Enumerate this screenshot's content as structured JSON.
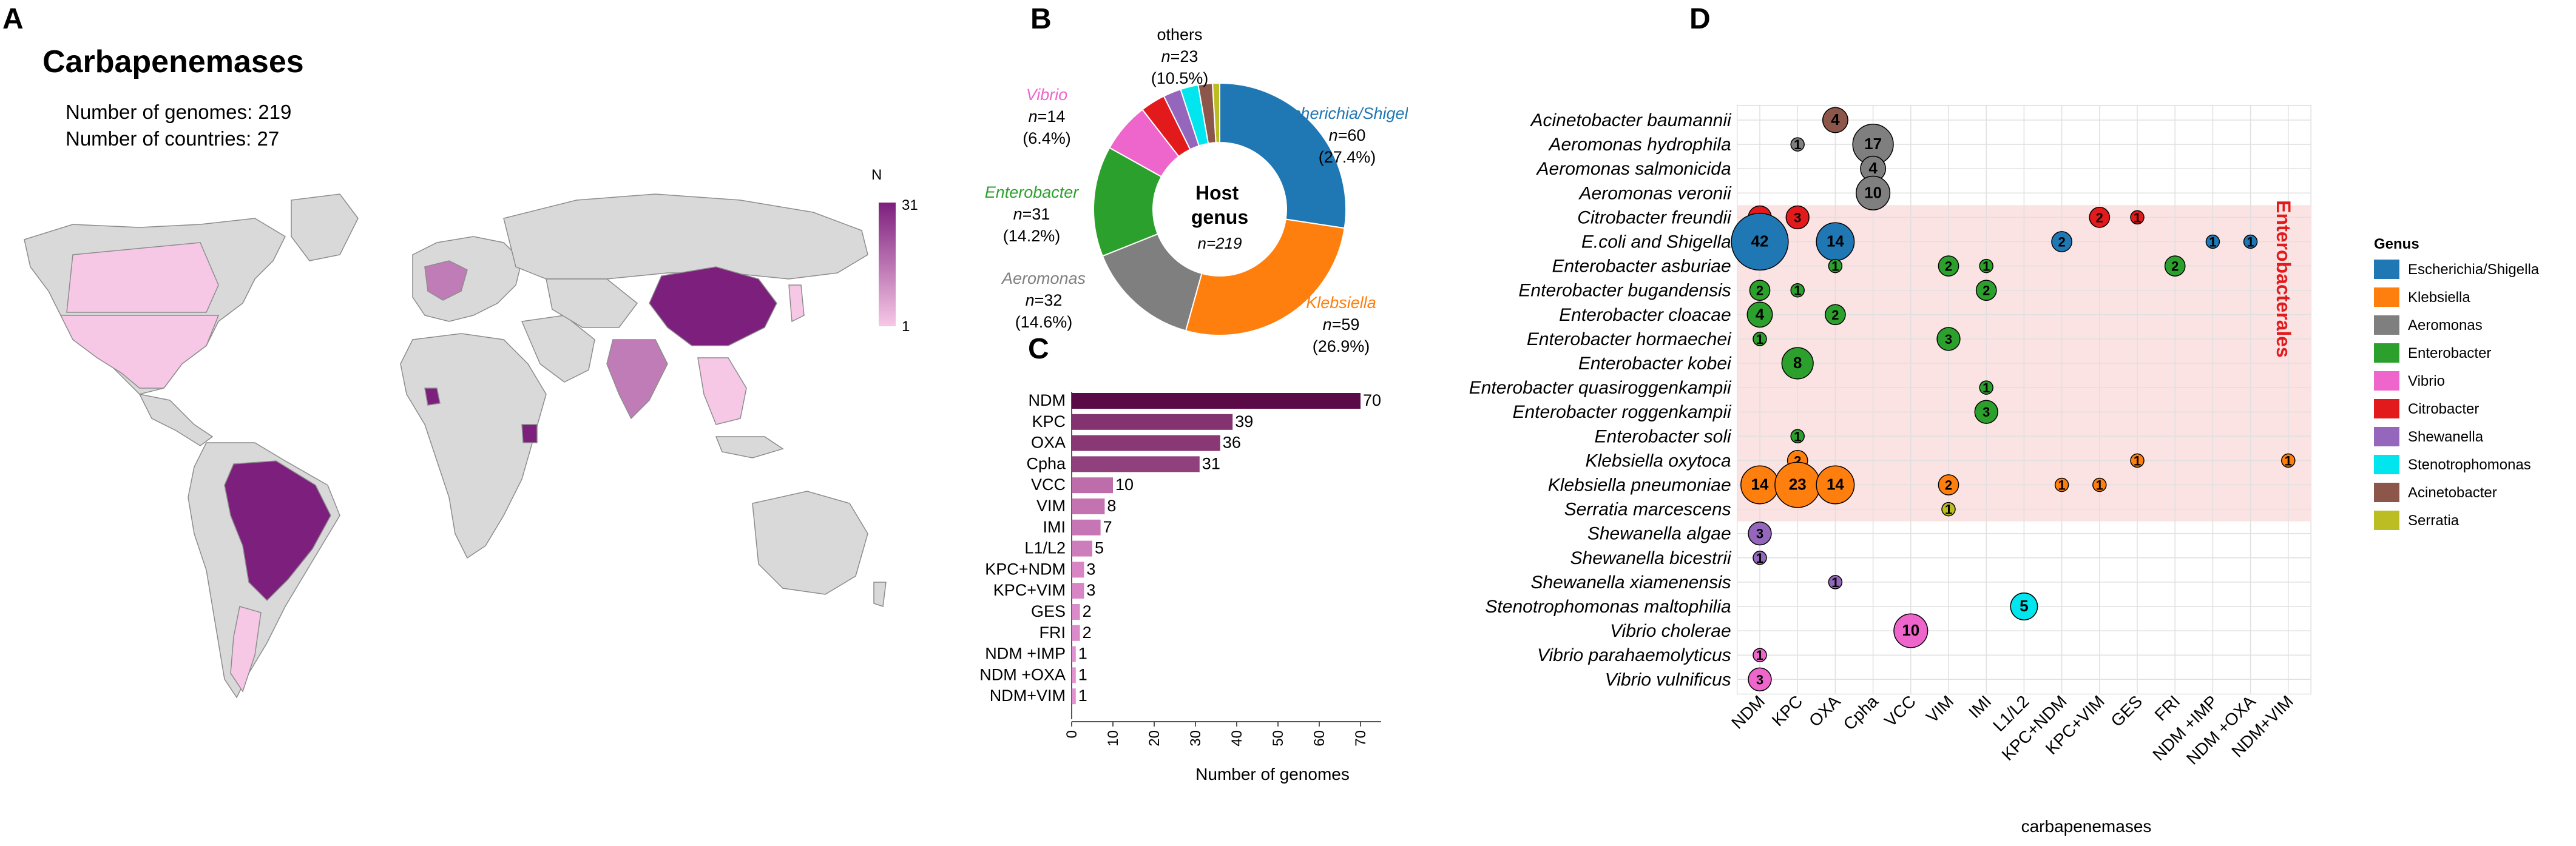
{
  "panel_a": {
    "letter": "A",
    "title": "Carbapenemases",
    "title_color": "#ee66cc",
    "genomes_text": "Number of genomes: 219",
    "countries_text": "Number of  countries: 27",
    "legend_title": "N",
    "legend_max": "31",
    "legend_min": "1",
    "color_low": "#f7c8e6",
    "color_high": "#7d1f7d",
    "base_land_color": "#d9d9d9"
  },
  "panel_b": {
    "letter": "B",
    "center_title": "Host genus",
    "center_n": "n=219",
    "labels": [
      {
        "name": "Escherichia/Shigella",
        "n": "n=60",
        "pct": "(27.4%)",
        "color": "#1f77b4"
      },
      {
        "name": "Klebsiella",
        "n": "n=59",
        "pct": "(26.9%)",
        "color": "#ff7f0e"
      },
      {
        "name": "Aeromonas",
        "n": "n=32",
        "pct": "(14.6%)",
        "color": "#7f7f7f"
      },
      {
        "name": "Enterobacter",
        "n": "n=31",
        "pct": "(14.2%)",
        "color": "#2ca02c"
      },
      {
        "name": "Vibrio",
        "n": "n=14",
        "pct": "(6.4%)",
        "color": "#ee66cc"
      },
      {
        "name": "others",
        "n": "n=23",
        "pct": "(10.5%)",
        "color": "#000000"
      }
    ]
  },
  "panel_c": {
    "letter": "C",
    "xlabel": "Number of genomes"
  },
  "panel_d": {
    "letter": "D",
    "xlabel": "carbapenemases",
    "side_label": "Enterobacterales",
    "legend_title": "Genus"
  },
  "chart_data": [
    {
      "type": "pie",
      "panel": "B",
      "slices": [
        {
          "label": "Escherichia/Shigella",
          "value": 60,
          "color": "#1f77b4"
        },
        {
          "label": "Klebsiella",
          "value": 59,
          "color": "#ff7f0e"
        },
        {
          "label": "Aeromonas",
          "value": 32,
          "color": "#7f7f7f"
        },
        {
          "label": "Enterobacter",
          "value": 31,
          "color": "#2ca02c"
        },
        {
          "label": "Vibrio",
          "value": 14,
          "color": "#ee66cc"
        },
        {
          "label": "Citrobacter",
          "value": 7,
          "color": "#e31a1c"
        },
        {
          "label": "Shewanella",
          "value": 5,
          "color": "#9467bd"
        },
        {
          "label": "Stenotrophomonas",
          "value": 5,
          "color": "#00e5ee"
        },
        {
          "label": "Acinetobacter",
          "value": 4,
          "color": "#8c564b"
        },
        {
          "label": "Serratia",
          "value": 2,
          "color": "#bcbd22"
        }
      ]
    },
    {
      "type": "bar",
      "panel": "C",
      "orientation": "horizontal",
      "categories": [
        "NDM",
        "KPC",
        "OXA",
        "Cpha",
        "VCC",
        "VIM",
        "IMI",
        "L1/L2",
        "KPC+NDM",
        "KPC+VIM",
        "GES",
        "FRI",
        "NDM +IMP",
        "NDM +OXA",
        "NDM+VIM"
      ],
      "values": [
        70,
        39,
        36,
        31,
        10,
        8,
        7,
        5,
        3,
        3,
        2,
        2,
        1,
        1,
        1
      ],
      "xlabel": "Number of genomes",
      "xlim": [
        0,
        75
      ],
      "xticks": [
        0,
        10,
        20,
        30,
        40,
        50,
        60,
        70
      ],
      "color_low": "#f2a0e0",
      "color_high": "#5a0a46"
    },
    {
      "type": "scatter",
      "panel": "D",
      "xlabel": "carbapenemases",
      "x_categories": [
        "NDM",
        "KPC",
        "OXA",
        "Cpha",
        "VCC",
        "VIM",
        "IMI",
        "L1/L2",
        "KPC+NDM",
        "KPC+VIM",
        "GES",
        "FRI",
        "NDM +IMP",
        "NDM +OXA",
        "NDM+VIM"
      ],
      "y_categories": [
        "Acinetobacter baumannii",
        "Aeromonas hydrophila",
        "Aeromonas salmonicida",
        "Aeromonas veronii",
        "Citrobacter freundii",
        "E.coli and Shigella",
        "Enterobacter asburiae",
        "Enterobacter bugandensis",
        "Enterobacter cloacae",
        "Enterobacter hormaechei",
        "Enterobacter kobei",
        "Enterobacter quasiroggenkampii",
        "Enterobacter roggenkampii",
        "Enterobacter soli",
        "Klebsiella oxytoca",
        "Klebsiella pneumoniae",
        "Serratia marcescens",
        "Shewanella algae",
        "Shewanella bicestrii",
        "Shewanella xiamenensis",
        "Stenotrophomonas maltophilia",
        "Vibrio cholerae",
        "Vibrio parahaemolyticus",
        "Vibrio vulnificus"
      ],
      "highlight_rows": [
        "Citrobacter freundii",
        "Serratia marcescens"
      ],
      "legend": [
        {
          "label": "Escherichia/Shigella",
          "color": "#1f77b4"
        },
        {
          "label": "Klebsiella",
          "color": "#ff7f0e"
        },
        {
          "label": "Aeromonas",
          "color": "#7f7f7f"
        },
        {
          "label": "Enterobacter",
          "color": "#2ca02c"
        },
        {
          "label": "Vibrio",
          "color": "#ee66cc"
        },
        {
          "label": "Citrobacter",
          "color": "#e31a1c"
        },
        {
          "label": "Shewanella",
          "color": "#9467bd"
        },
        {
          "label": "Stenotrophomonas",
          "color": "#00e5ee"
        },
        {
          "label": "Acinetobacter",
          "color": "#8c564b"
        },
        {
          "label": "Serratia",
          "color": "#bcbd22"
        }
      ],
      "points": [
        {
          "species": "Acinetobacter baumannii",
          "gene": "OXA",
          "n": 4,
          "genus": "Acinetobacter"
        },
        {
          "species": "Aeromonas hydrophila",
          "gene": "KPC",
          "n": 1,
          "genus": "Aeromonas"
        },
        {
          "species": "Aeromonas hydrophila",
          "gene": "Cpha",
          "n": 17,
          "genus": "Aeromonas"
        },
        {
          "species": "Aeromonas salmonicida",
          "gene": "Cpha",
          "n": 4,
          "genus": "Aeromonas"
        },
        {
          "species": "Aeromonas veronii",
          "gene": "Cpha",
          "n": 10,
          "genus": "Aeromonas"
        },
        {
          "species": "Citrobacter freundii",
          "gene": "NDM",
          "n": 3,
          "genus": "Citrobacter"
        },
        {
          "species": "Citrobacter freundii",
          "gene": "KPC",
          "n": 3,
          "genus": "Citrobacter"
        },
        {
          "species": "Citrobacter freundii",
          "gene": "KPC+VIM",
          "n": 2,
          "genus": "Citrobacter"
        },
        {
          "species": "Citrobacter freundii",
          "gene": "GES",
          "n": 1,
          "genus": "Citrobacter"
        },
        {
          "species": "E.coli and Shigella",
          "gene": "NDM",
          "n": 42,
          "genus": "Escherichia/Shigella"
        },
        {
          "species": "E.coli and Shigella",
          "gene": "OXA",
          "n": 14,
          "genus": "Escherichia/Shigella"
        },
        {
          "species": "E.coli and Shigella",
          "gene": "KPC+NDM",
          "n": 2,
          "genus": "Escherichia/Shigella"
        },
        {
          "species": "E.coli and Shigella",
          "gene": "NDM +IMP",
          "n": 1,
          "genus": "Escherichia/Shigella"
        },
        {
          "species": "E.coli and Shigella",
          "gene": "NDM +OXA",
          "n": 1,
          "genus": "Escherichia/Shigella"
        },
        {
          "species": "Enterobacter asburiae",
          "gene": "OXA",
          "n": 1,
          "genus": "Enterobacter"
        },
        {
          "species": "Enterobacter asburiae",
          "gene": "VIM",
          "n": 2,
          "genus": "Enterobacter"
        },
        {
          "species": "Enterobacter asburiae",
          "gene": "IMI",
          "n": 1,
          "genus": "Enterobacter"
        },
        {
          "species": "Enterobacter asburiae",
          "gene": "FRI",
          "n": 2,
          "genus": "Enterobacter"
        },
        {
          "species": "Enterobacter bugandensis",
          "gene": "NDM",
          "n": 2,
          "genus": "Enterobacter"
        },
        {
          "species": "Enterobacter bugandensis",
          "gene": "KPC",
          "n": 1,
          "genus": "Enterobacter"
        },
        {
          "species": "Enterobacter bugandensis",
          "gene": "IMI",
          "n": 2,
          "genus": "Enterobacter"
        },
        {
          "species": "Enterobacter cloacae",
          "gene": "NDM",
          "n": 4,
          "genus": "Enterobacter"
        },
        {
          "species": "Enterobacter cloacae",
          "gene": "OXA",
          "n": 2,
          "genus": "Enterobacter"
        },
        {
          "species": "Enterobacter hormaechei",
          "gene": "NDM",
          "n": 1,
          "genus": "Enterobacter"
        },
        {
          "species": "Enterobacter hormaechei",
          "gene": "VIM",
          "n": 3,
          "genus": "Enterobacter"
        },
        {
          "species": "Enterobacter kobei",
          "gene": "KPC",
          "n": 8,
          "genus": "Enterobacter"
        },
        {
          "species": "Enterobacter quasiroggenkampii",
          "gene": "IMI",
          "n": 1,
          "genus": "Enterobacter"
        },
        {
          "species": "Enterobacter roggenkampii",
          "gene": "IMI",
          "n": 3,
          "genus": "Enterobacter"
        },
        {
          "species": "Enterobacter soli",
          "gene": "KPC",
          "n": 1,
          "genus": "Enterobacter"
        },
        {
          "species": "Klebsiella oxytoca",
          "gene": "KPC",
          "n": 2,
          "genus": "Klebsiella"
        },
        {
          "species": "Klebsiella oxytoca",
          "gene": "GES",
          "n": 1,
          "genus": "Klebsiella"
        },
        {
          "species": "Klebsiella oxytoca",
          "gene": "NDM+VIM",
          "n": 1,
          "genus": "Klebsiella"
        },
        {
          "species": "Klebsiella pneumoniae",
          "gene": "NDM",
          "n": 14,
          "genus": "Klebsiella"
        },
        {
          "species": "Klebsiella pneumoniae",
          "gene": "KPC",
          "n": 23,
          "genus": "Klebsiella"
        },
        {
          "species": "Klebsiella pneumoniae",
          "gene": "OXA",
          "n": 14,
          "genus": "Klebsiella"
        },
        {
          "species": "Klebsiella pneumoniae",
          "gene": "VIM",
          "n": 2,
          "genus": "Klebsiella"
        },
        {
          "species": "Klebsiella pneumoniae",
          "gene": "KPC+NDM",
          "n": 1,
          "genus": "Klebsiella"
        },
        {
          "species": "Klebsiella pneumoniae",
          "gene": "KPC+VIM",
          "n": 1,
          "genus": "Klebsiella"
        },
        {
          "species": "Serratia marcescens",
          "gene": "VIM",
          "n": 1,
          "genus": "Serratia"
        },
        {
          "species": "Shewanella algae",
          "gene": "NDM",
          "n": 3,
          "genus": "Shewanella"
        },
        {
          "species": "Shewanella bicestrii",
          "gene": "NDM",
          "n": 1,
          "genus": "Shewanella"
        },
        {
          "species": "Shewanella xiamenensis",
          "gene": "OXA",
          "n": 1,
          "genus": "Shewanella"
        },
        {
          "species": "Stenotrophomonas maltophilia",
          "gene": "L1/L2",
          "n": 5,
          "genus": "Stenotrophomonas"
        },
        {
          "species": "Vibrio cholerae",
          "gene": "VCC",
          "n": 10,
          "genus": "Vibrio"
        },
        {
          "species": "Vibrio parahaemolyticus",
          "gene": "NDM",
          "n": 1,
          "genus": "Vibrio"
        },
        {
          "species": "Vibrio vulnificus",
          "gene": "NDM",
          "n": 3,
          "genus": "Vibrio"
        }
      ]
    }
  ]
}
